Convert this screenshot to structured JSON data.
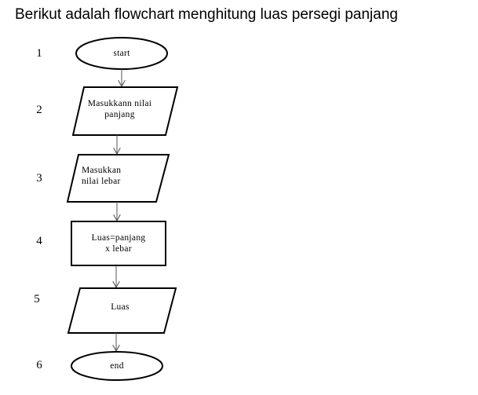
{
  "heading": "Berikut adalah flowchart menghitung luas persegi panjang",
  "steps": [
    {
      "number": "1",
      "label": "start"
    },
    {
      "number": "2",
      "label": "Masukkann nilai panjang"
    },
    {
      "number": "3",
      "label": "Masukkan nilai lebar"
    },
    {
      "number": "4",
      "label": "Luas=panjang x lebar"
    },
    {
      "number": "5",
      "label": "Luas"
    },
    {
      "number": "6",
      "label": "end"
    }
  ],
  "label_lines": {
    "step2": [
      "Masukkann nilai",
      "panjang"
    ],
    "step3": [
      "Masukkan",
      "nilai lebar"
    ],
    "step4": [
      "Luas=panjang",
      "x lebar"
    ]
  }
}
